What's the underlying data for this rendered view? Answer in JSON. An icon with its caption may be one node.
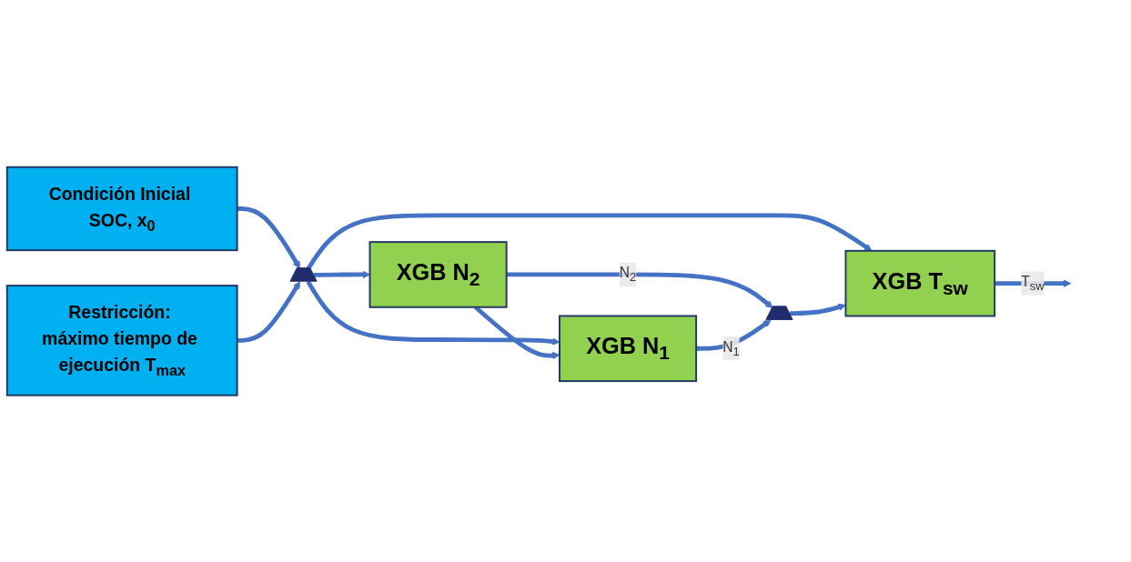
{
  "diagram": {
    "nodes": [
      {
        "text": [
          "Condición Inicial SOC, x$_{0}$"
        ]
      },
      {
        "text": [
          "Restricción: máximo tiempo de ejecución T$_{max}$"
        ]
      },
      {
        "text": [],
        "shape": "bar"
      },
      {
        "text": [
          "XGB N$_{2}$"
        ]
      },
      {
        "text": [
          "XGB N$_{1}$"
        ]
      },
      {
        "text": [],
        "shape": "bar"
      },
      {
        "text": [
          "XGB T$_{sw}$"
        ]
      }
    ],
    "edges": [
      {
        "from": 0,
        "to": 2,
        "arrow": "to"
      },
      {
        "from": 1,
        "to": 2,
        "arrow": "to"
      },
      {
        "from": 2,
        "to": 3,
        "arrow": "to"
      },
      {
        "from": 2,
        "to": 4,
        "arrow": "to"
      },
      {
        "from": 2,
        "to": 6,
        "arrow": "to"
      },
      {
        "from": 3,
        "to": 4,
        "arrow": "to"
      },
      {
        "from": 3,
        "to": 5,
        "arrow": "to",
        "label": "N$_{2}$"
      },
      {
        "from": 4,
        "to": 5,
        "arrow": "to",
        "label": "N$_{1}$"
      },
      {
        "from": 5,
        "to": 6,
        "arrow": "to"
      },
      {
        "from": 6,
        "to": null,
        "arrow": "to",
        "label": "T$_{sw}$"
      }
    ]
  }
}
